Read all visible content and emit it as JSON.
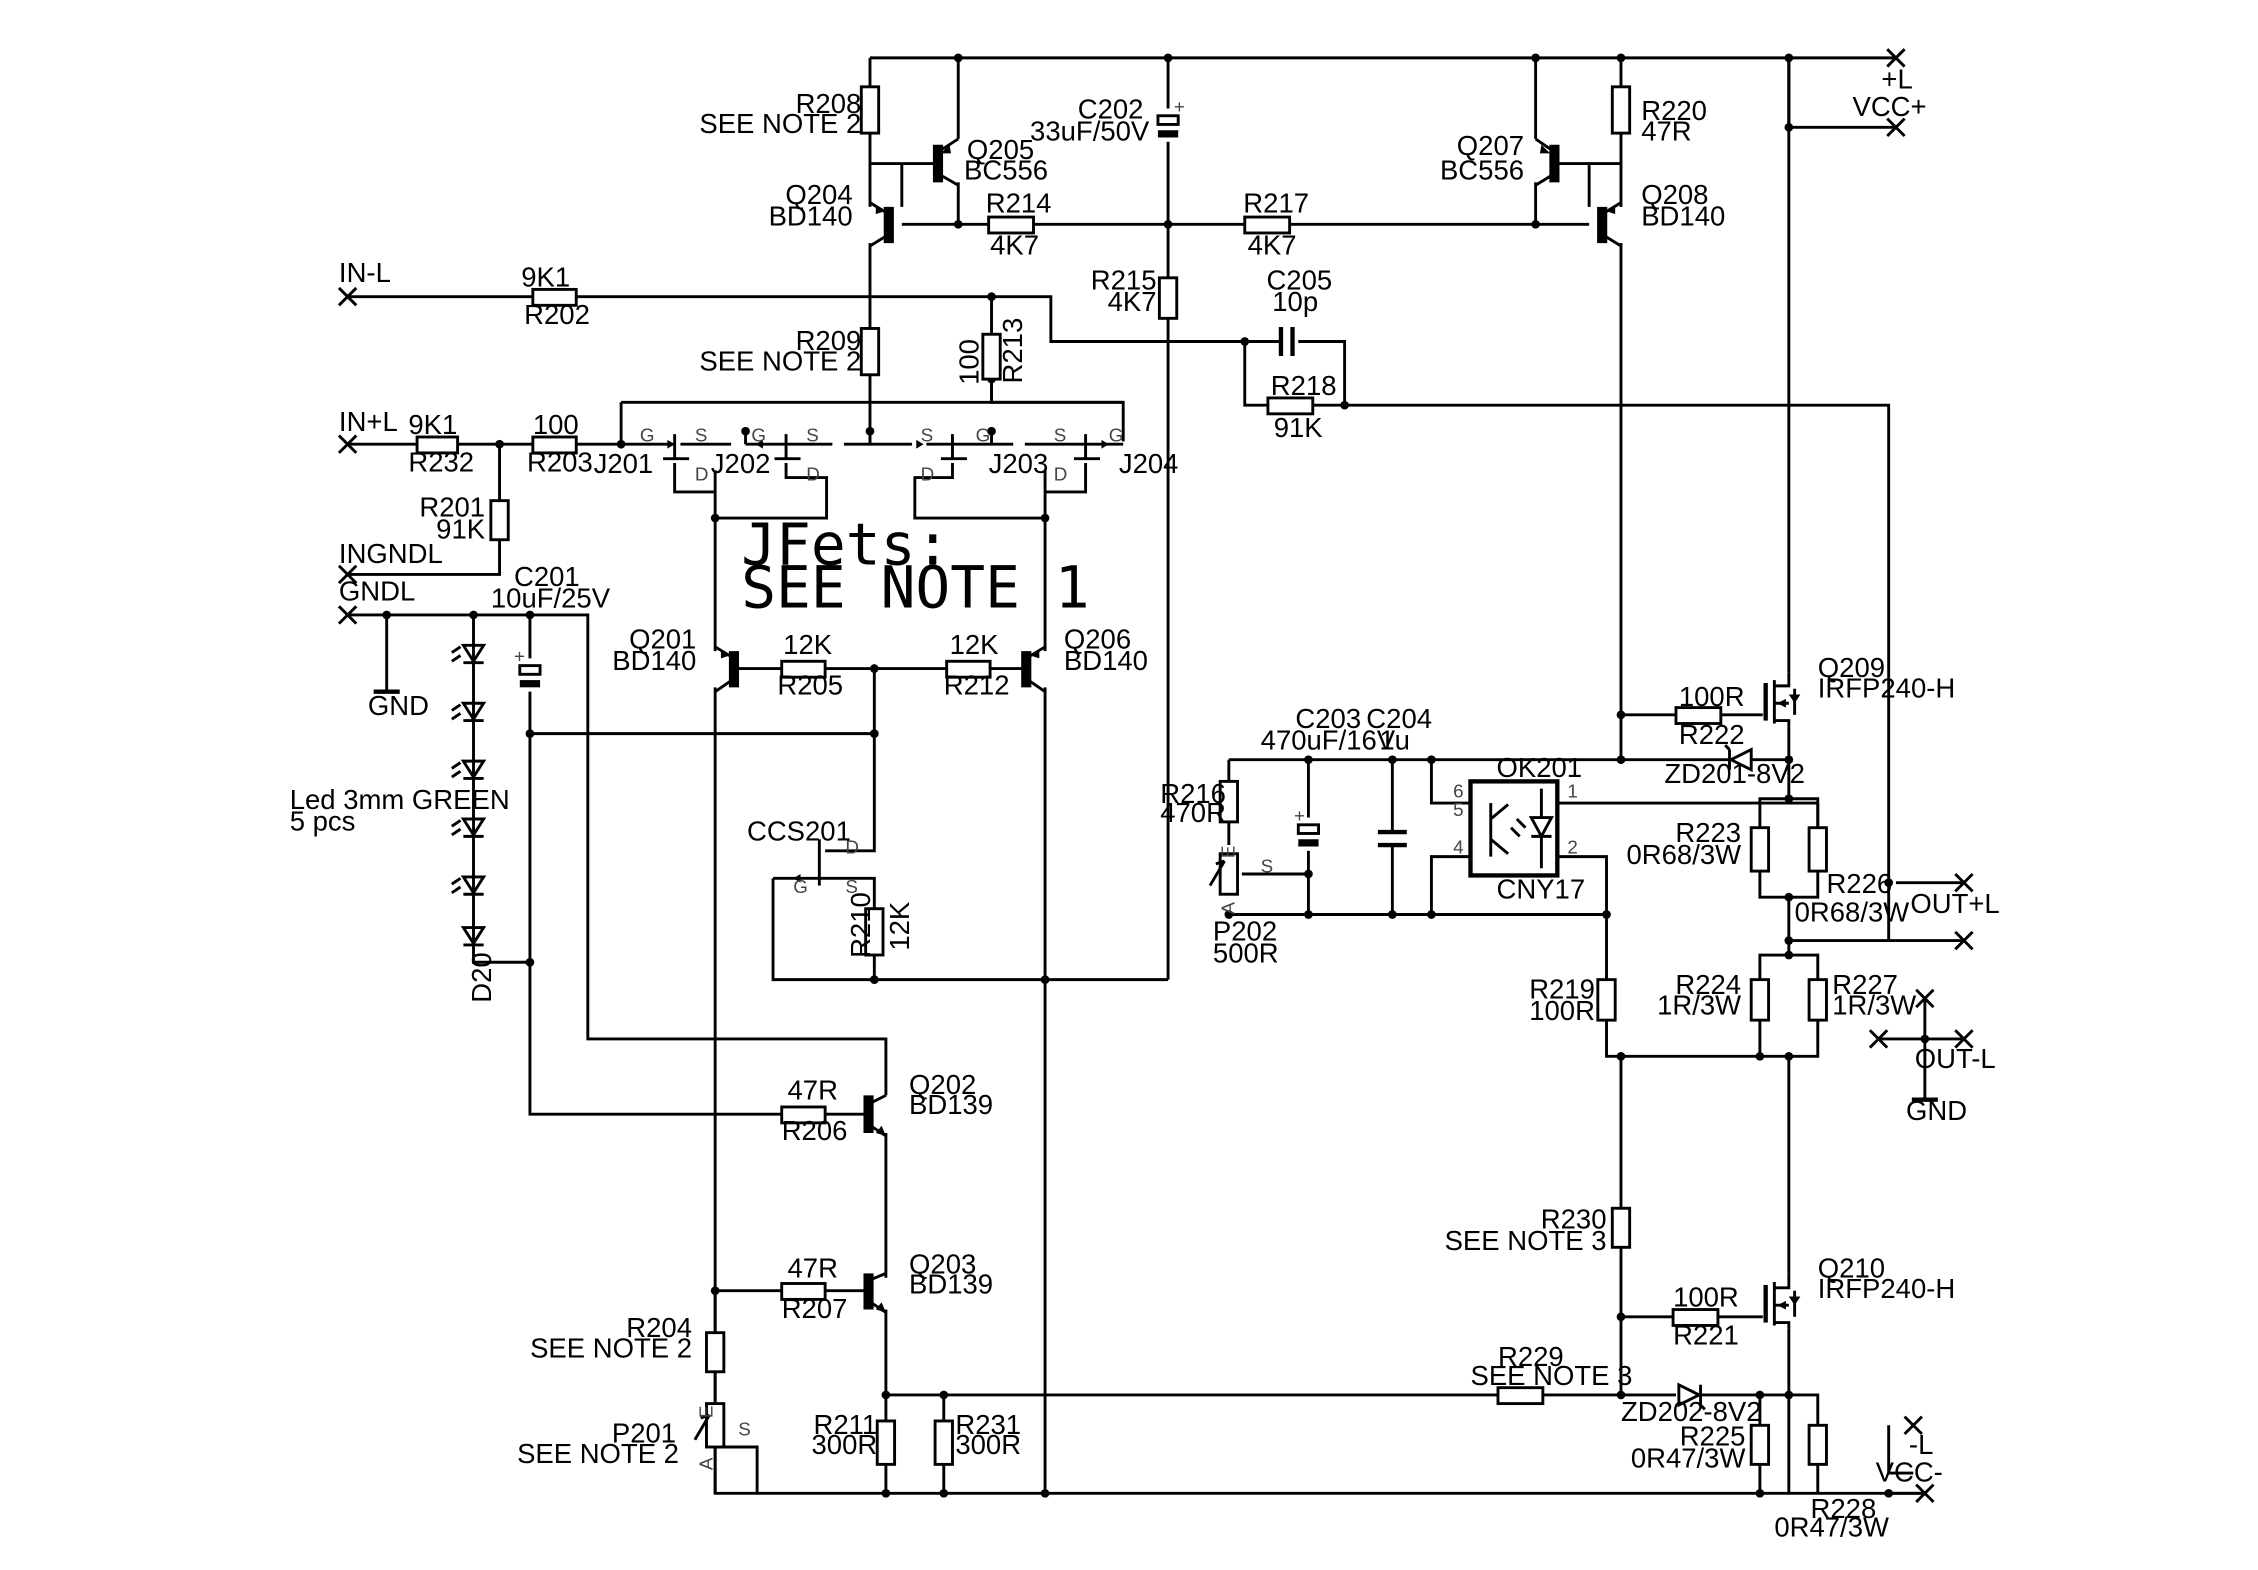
{
  "ports": {
    "in_l": "IN-L",
    "in_p_l": "IN+L",
    "ingndl": "INGNDL",
    "gndl": "GNDL",
    "gnd1": "GND",
    "gnd2": "GND",
    "plus_l": "+L",
    "vcc_p": "VCC+",
    "out_p_l": "OUT+L",
    "out_l": "OUT-L",
    "minus_l": "-L",
    "vcc_m": "VCC-"
  },
  "note_text": {
    "line1": "JFets:",
    "line2": "SEE NOTE 1"
  },
  "components": {
    "r201": {
      "ref": "R201",
      "val": "91K"
    },
    "r202": {
      "ref": "R202",
      "val": "9K1"
    },
    "r203": {
      "ref": "R203",
      "val": "100"
    },
    "r204": {
      "ref": "R204",
      "val": "SEE NOTE 2"
    },
    "r205": {
      "ref": "R205",
      "val": "12K"
    },
    "r206": {
      "ref": "R206",
      "val": "47R"
    },
    "r207": {
      "ref": "R207",
      "val": "47R"
    },
    "r208": {
      "ref": "R208",
      "val": "SEE NOTE 2"
    },
    "r209": {
      "ref": "R209",
      "val": "SEE NOTE 2"
    },
    "r210": {
      "ref": "R210",
      "val": "12K"
    },
    "r211": {
      "ref": "R211",
      "val": "300R"
    },
    "r212": {
      "ref": "R212",
      "val": "12K"
    },
    "r213": {
      "ref": "R213",
      "val": "100"
    },
    "r214": {
      "ref": "R214",
      "val": "4K7"
    },
    "r215": {
      "ref": "R215",
      "val": "4K7"
    },
    "r216": {
      "ref": "R216",
      "val": "470R"
    },
    "r217": {
      "ref": "R217",
      "val": "4K7"
    },
    "r218": {
      "ref": "R218",
      "val": "91K"
    },
    "r219": {
      "ref": "R219",
      "val": "100R"
    },
    "r220": {
      "ref": "R220",
      "val": "47R"
    },
    "r221": {
      "ref": "R221",
      "val": "100R"
    },
    "r222": {
      "ref": "R222",
      "val": "100R"
    },
    "r223": {
      "ref": "R223",
      "val": "0R68/3W"
    },
    "r224": {
      "ref": "R224",
      "val": "1R/3W"
    },
    "r225": {
      "ref": "R225",
      "val": "0R47/3W"
    },
    "r226": {
      "ref": "R226",
      "val": "0R68/3W"
    },
    "r227": {
      "ref": "R227",
      "val": "1R/3W"
    },
    "r228": {
      "ref": "R228",
      "val": "0R47/3W"
    },
    "r229": {
      "ref": "R229",
      "val": "SEE NOTE 3"
    },
    "r230": {
      "ref": "R230",
      "val": "SEE NOTE 3"
    },
    "r231": {
      "ref": "R231",
      "val": "300R"
    },
    "r232": {
      "ref": "R232",
      "val": "9K1"
    },
    "c201": {
      "ref": "C201",
      "val": "10uF/25V"
    },
    "c202": {
      "ref": "C202",
      "val": "33uF/50V"
    },
    "c203": {
      "ref": "C203",
      "val": "470uF/16V"
    },
    "c204": {
      "ref": "C204",
      "val": "1u"
    },
    "c205": {
      "ref": "C205",
      "val": "10p"
    },
    "q201": {
      "ref": "Q201",
      "val": "BD140"
    },
    "q202": {
      "ref": "Q202",
      "val": "BD139"
    },
    "q203": {
      "ref": "Q203",
      "val": "BD139"
    },
    "q204": {
      "ref": "Q204",
      "val": "BD140"
    },
    "q205": {
      "ref": "Q205",
      "val": "BC556"
    },
    "q206": {
      "ref": "Q206",
      "val": "BD140"
    },
    "q207": {
      "ref": "Q207",
      "val": "BC556"
    },
    "q208": {
      "ref": "Q208",
      "val": "BD140"
    },
    "q209": {
      "ref": "Q209",
      "val": "IRFP240-H"
    },
    "q210": {
      "ref": "Q210",
      "val": "IRFP240-H"
    },
    "j201": "J201",
    "j202": "J202",
    "j203": "J203",
    "j204": "J204",
    "ccs201": "CCS201",
    "p201": {
      "ref": "P201",
      "val": "SEE NOTE 2"
    },
    "p202": {
      "ref": "P202",
      "val": "500R"
    },
    "zd201": "ZD201-8V2",
    "zd202": "ZD202-8V2",
    "ok201": {
      "ref": "OK201",
      "val": "CNY17"
    },
    "d20": "D20",
    "leds": {
      "line1": "Led 3mm GREEN",
      "line2": "5 pcs"
    }
  },
  "pin_labels": {
    "g": "G",
    "s": "S",
    "d": "D",
    "a": "A",
    "e": "E",
    "p1": "1",
    "p2": "2",
    "p4": "4",
    "p5": "5",
    "p6": "6",
    "plus": "+"
  }
}
